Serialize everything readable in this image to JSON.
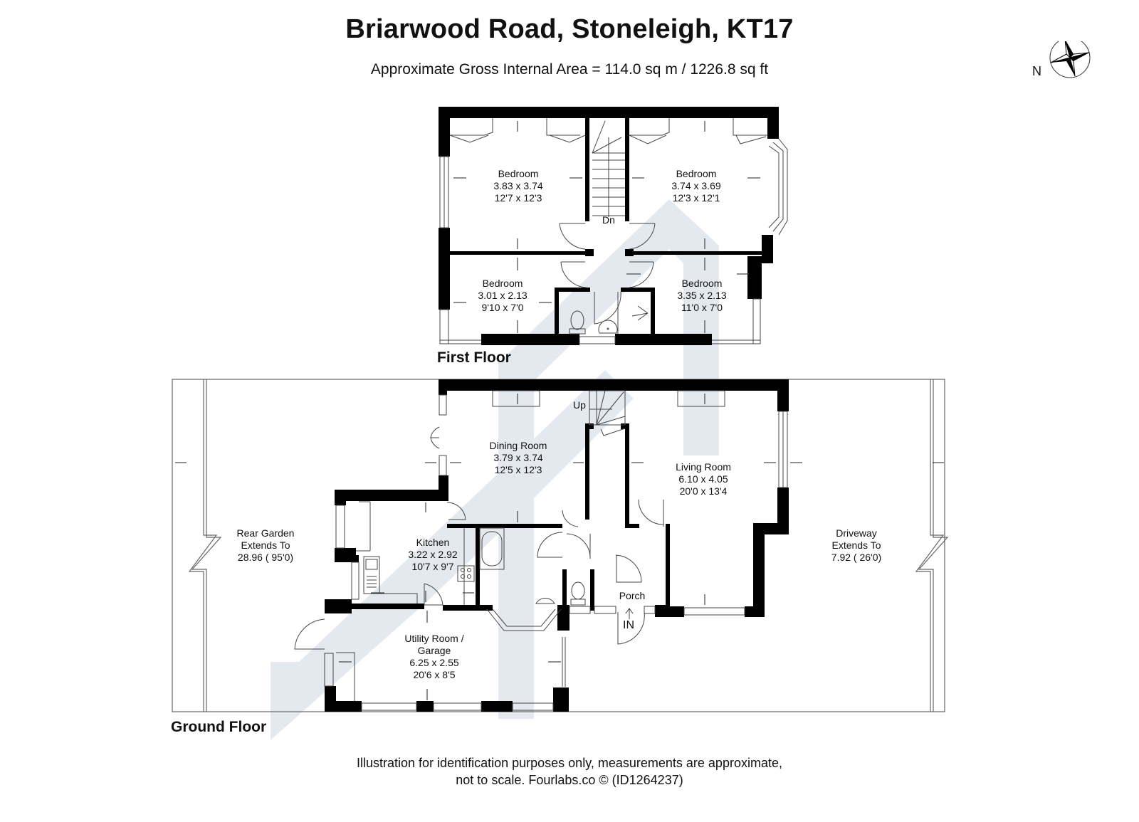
{
  "header": {
    "title": "Briarwood Road, Stoneleigh, KT17",
    "subtitle": "Approximate Gross Internal Area = 114.0 sq m / 1226.8 sq ft"
  },
  "compass": {
    "label": "N",
    "icon": "compass-rose-icon"
  },
  "floors": {
    "first": {
      "label": "First Floor",
      "stairs_label": "Dn",
      "rooms": [
        {
          "name": "Bedroom",
          "metric": "3.83 x 3.74",
          "imperial": "12'7 x 12'3"
        },
        {
          "name": "Bedroom",
          "metric": "3.74 x 3.69",
          "imperial": "12'3 x 12'1"
        },
        {
          "name": "Bedroom",
          "metric": "3.01 x 2.13",
          "imperial": "9'10 x 7'0"
        },
        {
          "name": "Bedroom",
          "metric": "3.35 x 2.13",
          "imperial": "11'0 x 7'0"
        }
      ]
    },
    "ground": {
      "label": "Ground Floor",
      "stairs_label": "Up",
      "entrance_label": "IN",
      "rooms": [
        {
          "name": "Dining Room",
          "metric": "3.79 x 3.74",
          "imperial": "12'5 x 12'3"
        },
        {
          "name": "Living Room",
          "metric": "6.10 x 4.05",
          "imperial": "20'0 x 13'4"
        },
        {
          "name": "Kitchen",
          "metric": "3.22 x 2.92",
          "imperial": "10'7 x 9'7"
        },
        {
          "name": "Utility Room /",
          "name2": "Garage",
          "metric": "6.25 x 2.55",
          "imperial": "20'6 x 8'5"
        },
        {
          "name": "Porch"
        }
      ],
      "outdoor": [
        {
          "name": "Rear Garden",
          "line2": "Extends To",
          "measure": "28.96 ( 95'0)"
        },
        {
          "name": "Driveway",
          "line2": "Extends To",
          "measure": "7.92 ( 26'0)"
        }
      ]
    }
  },
  "footer": {
    "line1": "Illustration for identification purposes only, measurements are approximate,",
    "line2": "not to scale. Fourlabs.co © (ID1264237)"
  },
  "colors": {
    "wall": "#000000",
    "watermark": "#e4e9ef",
    "line": "#555555"
  }
}
